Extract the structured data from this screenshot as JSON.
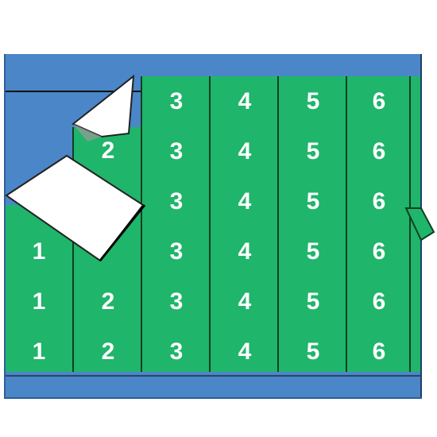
{
  "image": {
    "subject": "color-coded numbered wire marker label card",
    "colors": {
      "card": "#4a86c8",
      "strips": "#1fb56a",
      "digits": "#ffffff",
      "dividers": "#0f3f22"
    }
  },
  "strips": [
    {
      "id": "1",
      "labels": [
        "1",
        "1",
        "1"
      ]
    },
    {
      "id": "2",
      "labels": [
        "2",
        "2",
        "2"
      ]
    },
    {
      "id": "3",
      "labels": [
        "3",
        "3",
        "3",
        "3",
        "3",
        "3"
      ]
    },
    {
      "id": "4",
      "labels": [
        "4",
        "4",
        "4",
        "4",
        "4",
        "4"
      ]
    },
    {
      "id": "5",
      "labels": [
        "5",
        "5",
        "5",
        "5",
        "5",
        "5"
      ]
    },
    {
      "id": "6",
      "labels": [
        "6",
        "6",
        "6",
        "6",
        "6",
        "6"
      ]
    }
  ]
}
